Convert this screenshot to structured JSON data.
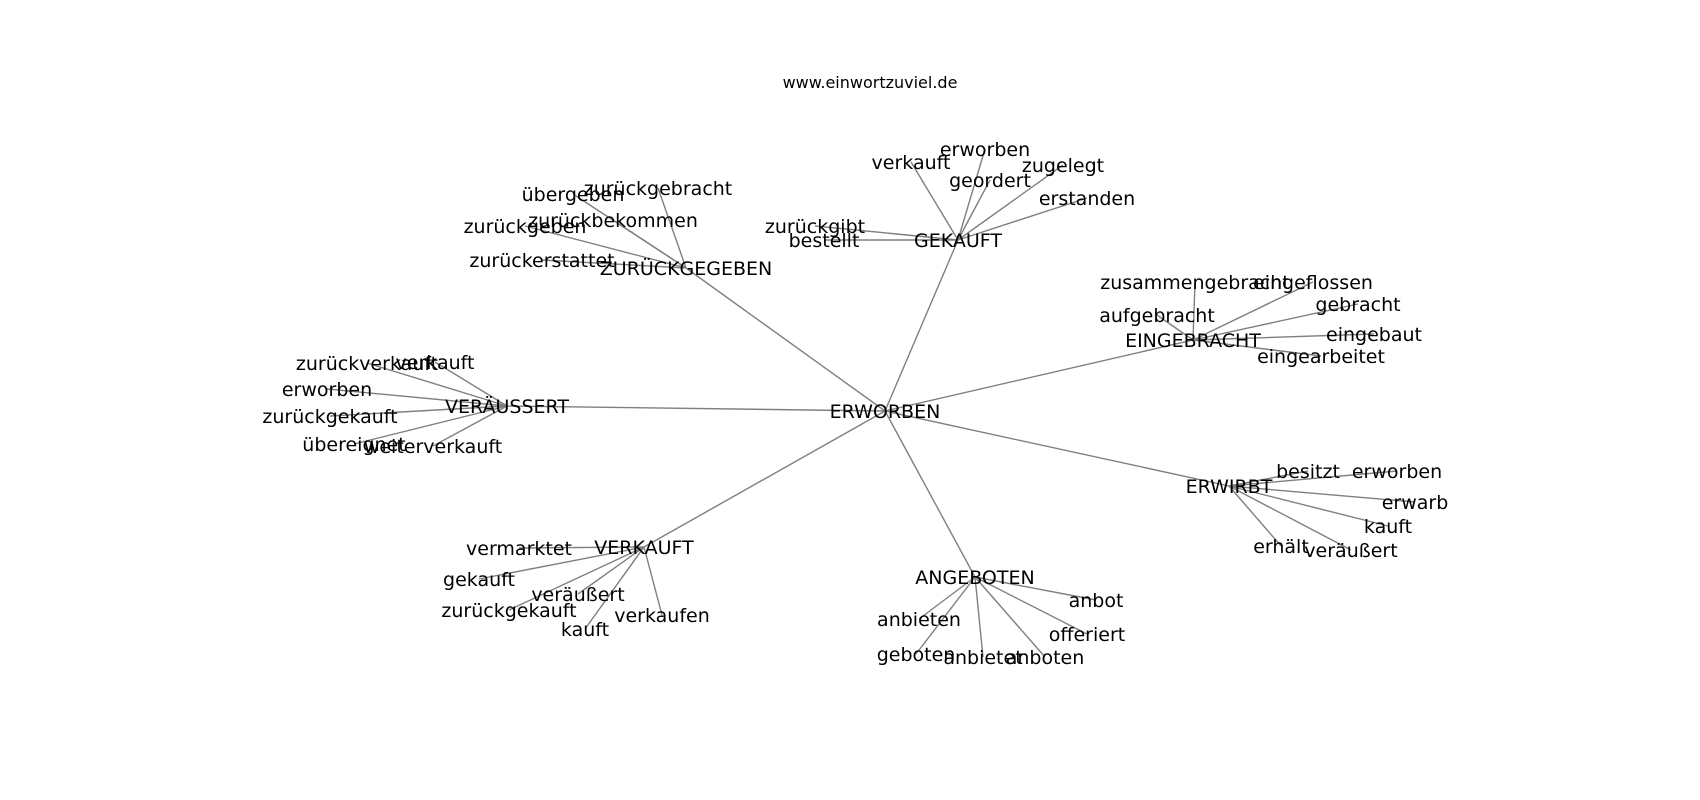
{
  "site": {
    "title": "www.einwortzuviel.de"
  },
  "graph": {
    "root": "ERWORBEN",
    "hubs": [
      {
        "label": "GEKAUFT",
        "leaves": [
          "verkauft",
          "erworben",
          "geordert",
          "zugelegt",
          "erstanden",
          "bestellt",
          "zurückgibt"
        ]
      },
      {
        "label": "ZURÜCKGEGEBEN",
        "leaves": [
          "zurückgebracht",
          "übergeben",
          "zurückbekommen",
          "zurückgeben",
          "zurückerstattet"
        ]
      },
      {
        "label": "EINGEBRACHT",
        "leaves": [
          "zusammengebracht",
          "eingeflossen",
          "gebracht",
          "aufgebracht",
          "eingebaut",
          "eingearbeitet"
        ]
      },
      {
        "label": "VERÄUSSERT",
        "leaves": [
          "zurückverkauft",
          "verkauft",
          "erworben",
          "zurückgekauft",
          "übereignet",
          "weiterverkauft"
        ]
      },
      {
        "label": "ERWIRBT",
        "leaves": [
          "besitzt",
          "erworben",
          "erwarb",
          "kauft",
          "erhält",
          "veräußert"
        ]
      },
      {
        "label": "VERKAUFT",
        "leaves": [
          "vermarktet",
          "gekauft",
          "veräußert",
          "zurückgekauft",
          "kauft",
          "verkaufen"
        ]
      },
      {
        "label": "ANGEBOTEN",
        "leaves": [
          "anbot",
          "anbieten",
          "offeriert",
          "geboten",
          "anbietet",
          "anboten"
        ]
      }
    ]
  }
}
